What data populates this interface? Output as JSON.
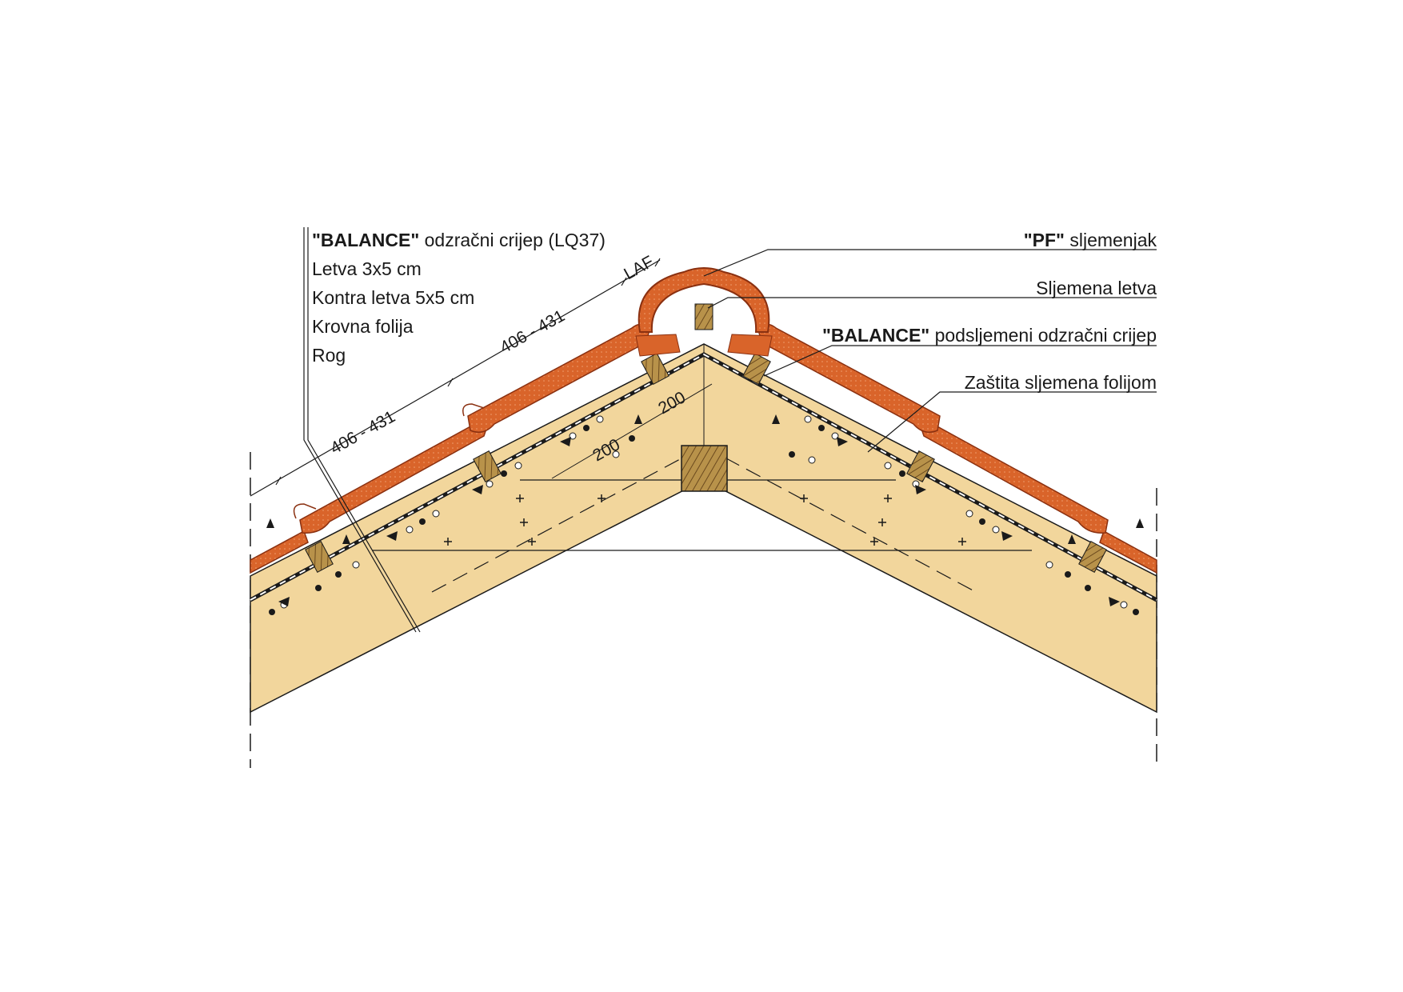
{
  "labels_left": {
    "tile_bold": "\"BALANCE\"",
    "tile_rest": " odzračni crijep (LQ37)",
    "batten": "Letva 3x5 cm",
    "counter_batten": "Kontra letva 5x5 cm",
    "membrane": "Krovna folija",
    "rafter": "Rog"
  },
  "labels_right": {
    "ridge_tile_bold": "\"PF\"",
    "ridge_tile_rest": " sljemenjak",
    "ridge_batten": "Sljemena letva",
    "vent_tile_bold": "\"BALANCE\"",
    "vent_tile_rest": " podsljemeni odzračni crijep",
    "ridge_foil": "Zaštita sljemena folijom"
  },
  "dimensions": {
    "spacing_1": "406 - 431",
    "spacing_2": "406 - 431",
    "laf": "LAF",
    "gap_1": "200",
    "gap_2": "200"
  },
  "colors": {
    "tile": "#d9642a",
    "tile_dark": "#a8401a",
    "timber": "#f2d69c",
    "wood": "#b8924a",
    "line": "#1a1a1a"
  }
}
